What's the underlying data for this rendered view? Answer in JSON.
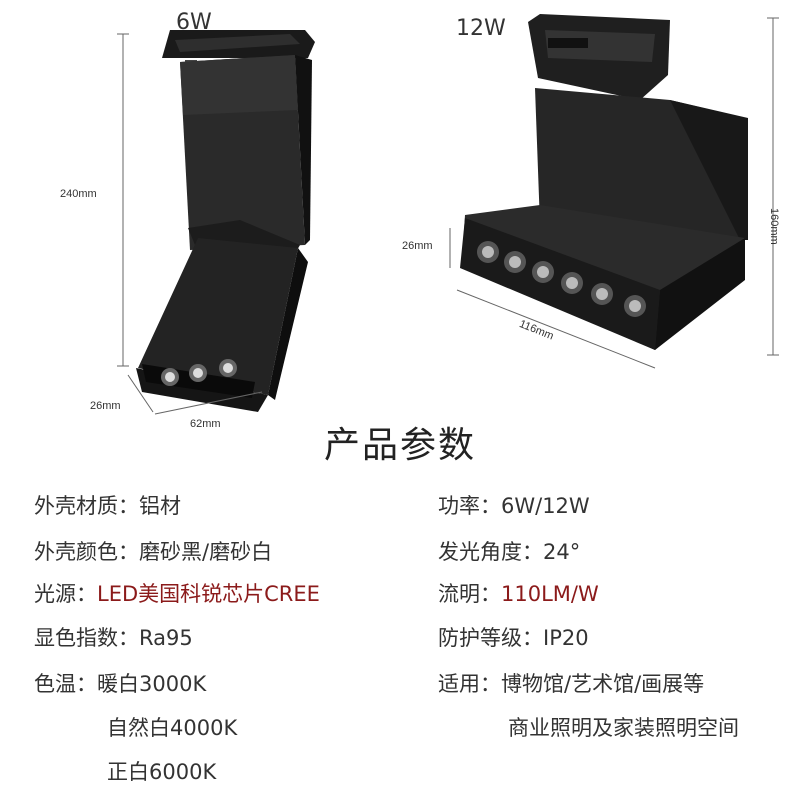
{
  "products": {
    "left": {
      "model": "6W",
      "height_dim": "240mm",
      "depth_dim": "26mm",
      "width_dim": "62mm"
    },
    "right": {
      "model": "12W",
      "height_dim": "160mm",
      "depth_dim": "26mm",
      "width_dim": "116mm"
    }
  },
  "title": "产品参数",
  "specs": {
    "left": [
      {
        "label": "外壳材质：",
        "value": "铝材"
      },
      {
        "label": "外壳颜色：",
        "value": "磨砂黑/磨砂白"
      },
      {
        "label": "光源：",
        "value": "LED美国科锐芯片CREE"
      },
      {
        "label": "显色指数：",
        "value": "Ra95"
      },
      {
        "label": "色温：",
        "value": "暖白3000K"
      }
    ],
    "left_cont": [
      "自然白4000K",
      "正白6000K"
    ],
    "right": [
      {
        "label": "功率：",
        "value": "6W/12W"
      },
      {
        "label": "发光角度：",
        "value": "24°"
      },
      {
        "label": "流明：",
        "value": "110LM/W"
      },
      {
        "label": "防护等级：",
        "value": "IP20"
      },
      {
        "label": "适用：",
        "value": "博物馆/艺术馆/画展等"
      }
    ],
    "right_cont": "商业照明及家装照明空间"
  },
  "colors": {
    "accent_red": "#8b1a1a",
    "product_black": "#1f1f1f"
  }
}
